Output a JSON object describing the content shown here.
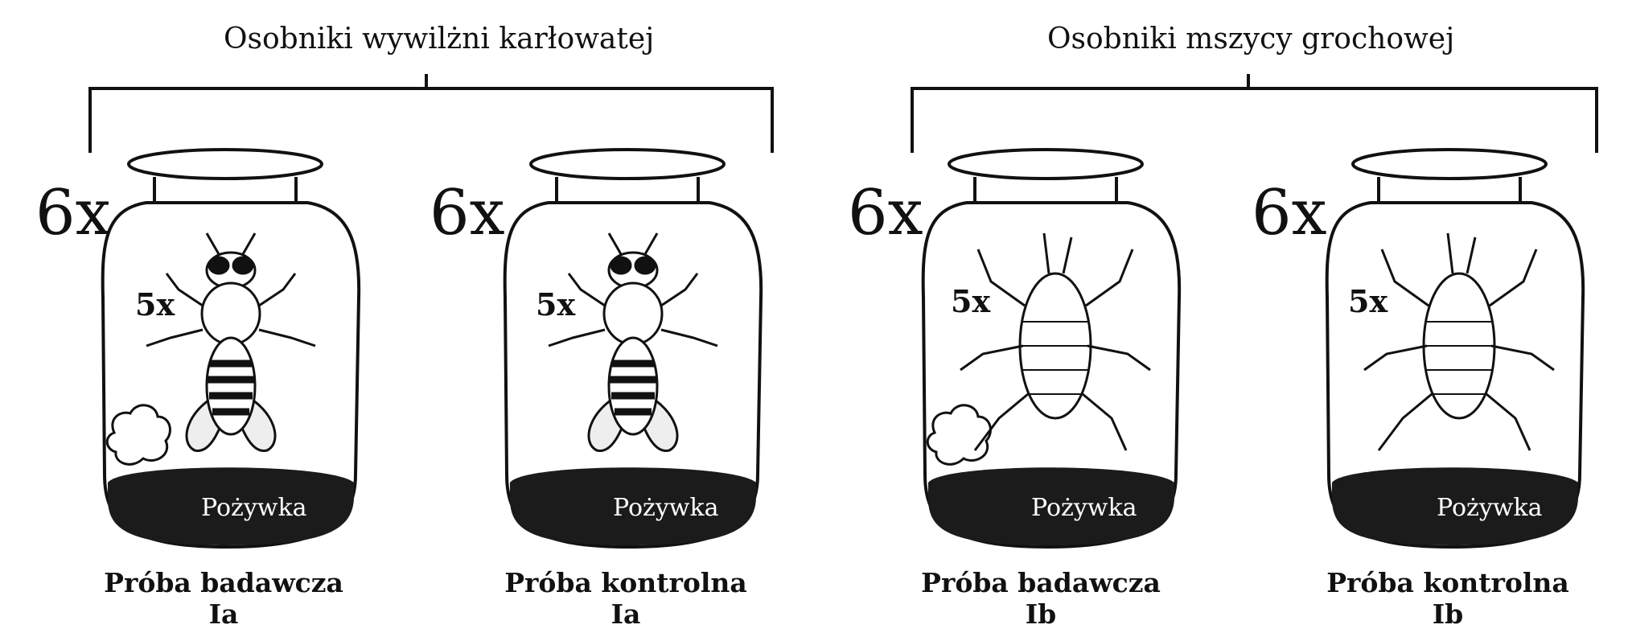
{
  "groups": [
    {
      "title": "Osobniki wywilżni karłowatej"
    },
    {
      "title": "Osobniki mszycy grochowej"
    }
  ],
  "jars": [
    {
      "count_jars": "6x",
      "count_insects": "5x",
      "food": "Pożywka",
      "insect": "fly-icon",
      "cotton": true,
      "trial": "Próba badawcza",
      "code": "Ia"
    },
    {
      "count_jars": "6x",
      "count_insects": "5x",
      "food": "Pożywka",
      "insect": "fly-icon",
      "cotton": false,
      "trial": "Próba kontrolna",
      "code": "Ia"
    },
    {
      "count_jars": "6x",
      "count_insects": "5x",
      "food": "Pożywka",
      "insect": "aphid-icon",
      "cotton": true,
      "trial": "Próba badawcza",
      "code": "Ib"
    },
    {
      "count_jars": "6x",
      "count_insects": "5x",
      "food": "Pożywka",
      "insect": "aphid-icon",
      "cotton": false,
      "trial": "Próba kontrolna",
      "code": "Ib"
    }
  ]
}
